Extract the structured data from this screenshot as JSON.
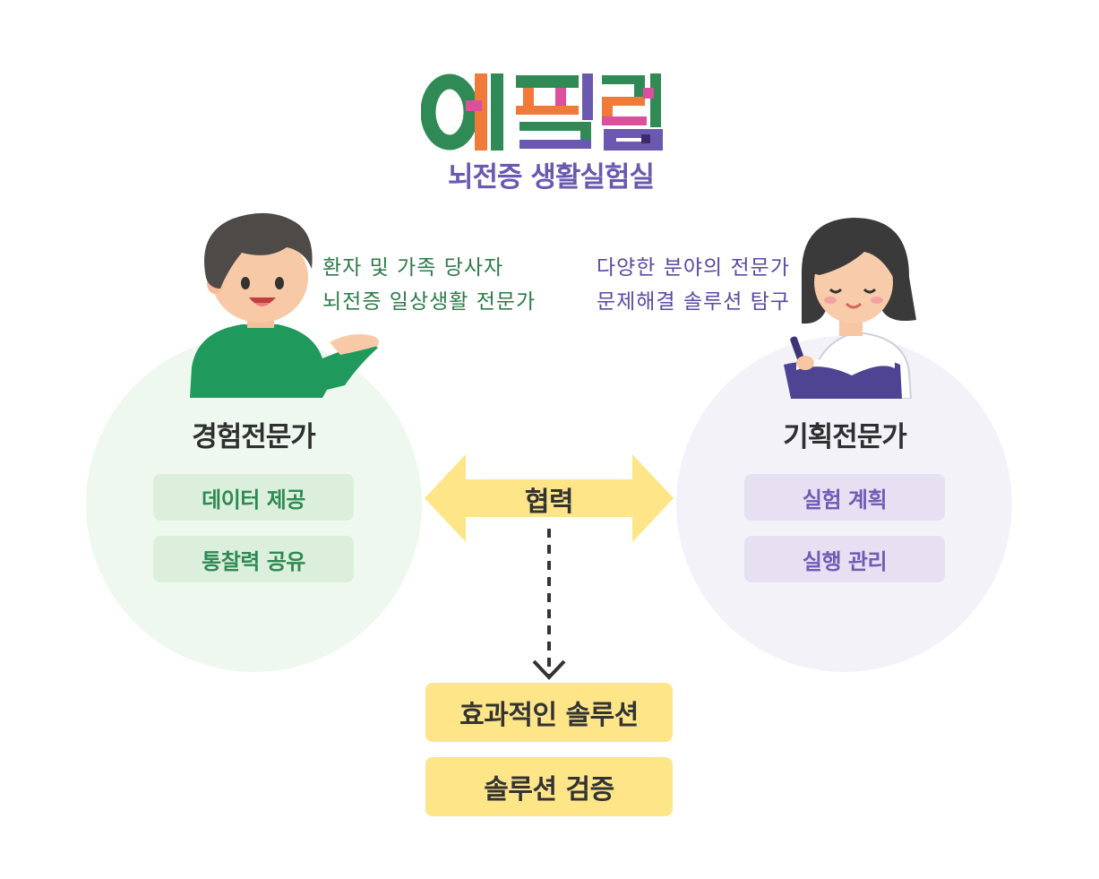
{
  "logo": {
    "wordmark": "에필랩",
    "subtitle": "뇌전증 생활실험실",
    "colors": {
      "green": "#2f8a55",
      "orange": "#ef7a3a",
      "purple": "#6b58b0",
      "pink": "#dc4f9c"
    }
  },
  "left": {
    "heading": "경험전문가",
    "quote_line1": "환자 및 가족 당사자",
    "quote_line2": "뇌전증 일상생활 전문가",
    "chips": [
      "데이터 제공",
      "통찰력 공유"
    ],
    "color": "#2e8a52"
  },
  "right": {
    "heading": "기획전문가",
    "quote_line1": "다양한 분야의 전문가",
    "quote_line2": "문제해결 솔루션 탐구",
    "chips": [
      "실험 계획",
      "실행 관리"
    ],
    "color": "#6f5bb5"
  },
  "center": {
    "arrow_label": "협력",
    "results": [
      "효과적인 솔루션",
      "솔루션 검증"
    ],
    "arrow_color": "#fde588"
  }
}
